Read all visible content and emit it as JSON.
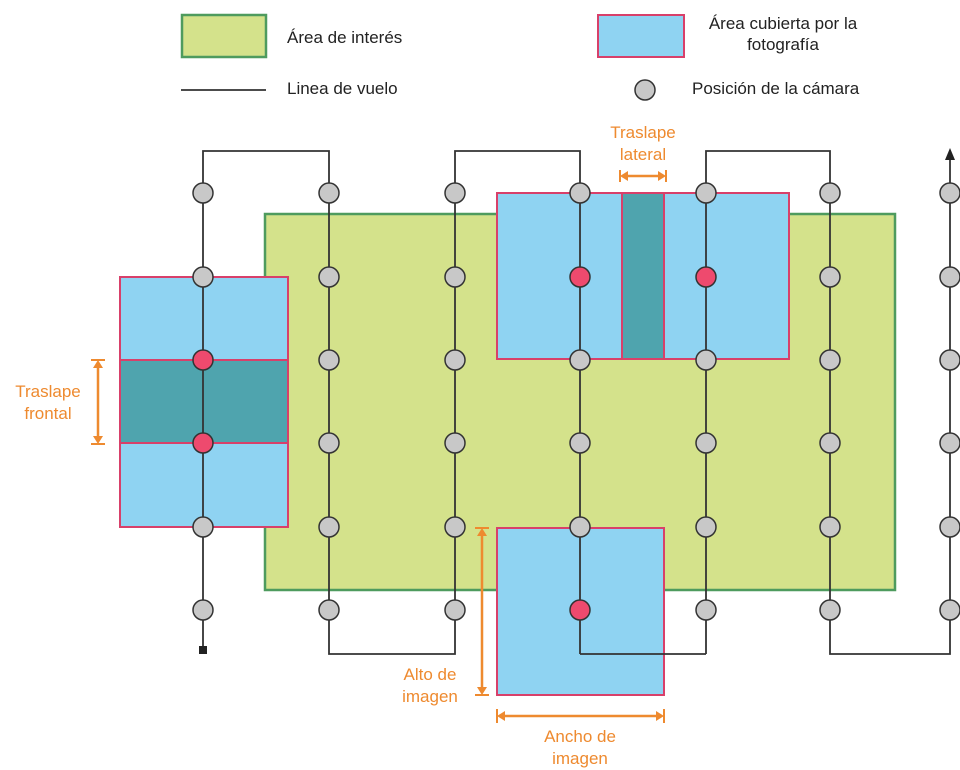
{
  "legend": {
    "area_interest": "Área de interés",
    "area_photo_line1": "Área cubierta por la",
    "area_photo_line2": "fotografía",
    "flight_line": "Linea de vuelo",
    "camera_position": "Posición de la cámara"
  },
  "annotations": {
    "side_overlap_line1": "Traslape",
    "side_overlap_line2": "lateral",
    "front_overlap_line1": "Traslape",
    "front_overlap_line2": "frontal",
    "image_height_line1": "Alto de",
    "image_height_line2": "imagen",
    "image_width_line1": "Ancho de",
    "image_width_line2": "imagen"
  },
  "colors": {
    "area_interest_fill": "#d4e28b",
    "area_interest_stroke": "#4e9b5e",
    "photo_fill": "#8fd3f2",
    "photo_stroke": "#d8406a",
    "overlap_fill": "#4fa4ae",
    "camera_fill": "#c8c8c8",
    "camera_active_fill": "#ee4a6e",
    "annotation": "#ee8a2f",
    "flight_line": "#333333"
  }
}
